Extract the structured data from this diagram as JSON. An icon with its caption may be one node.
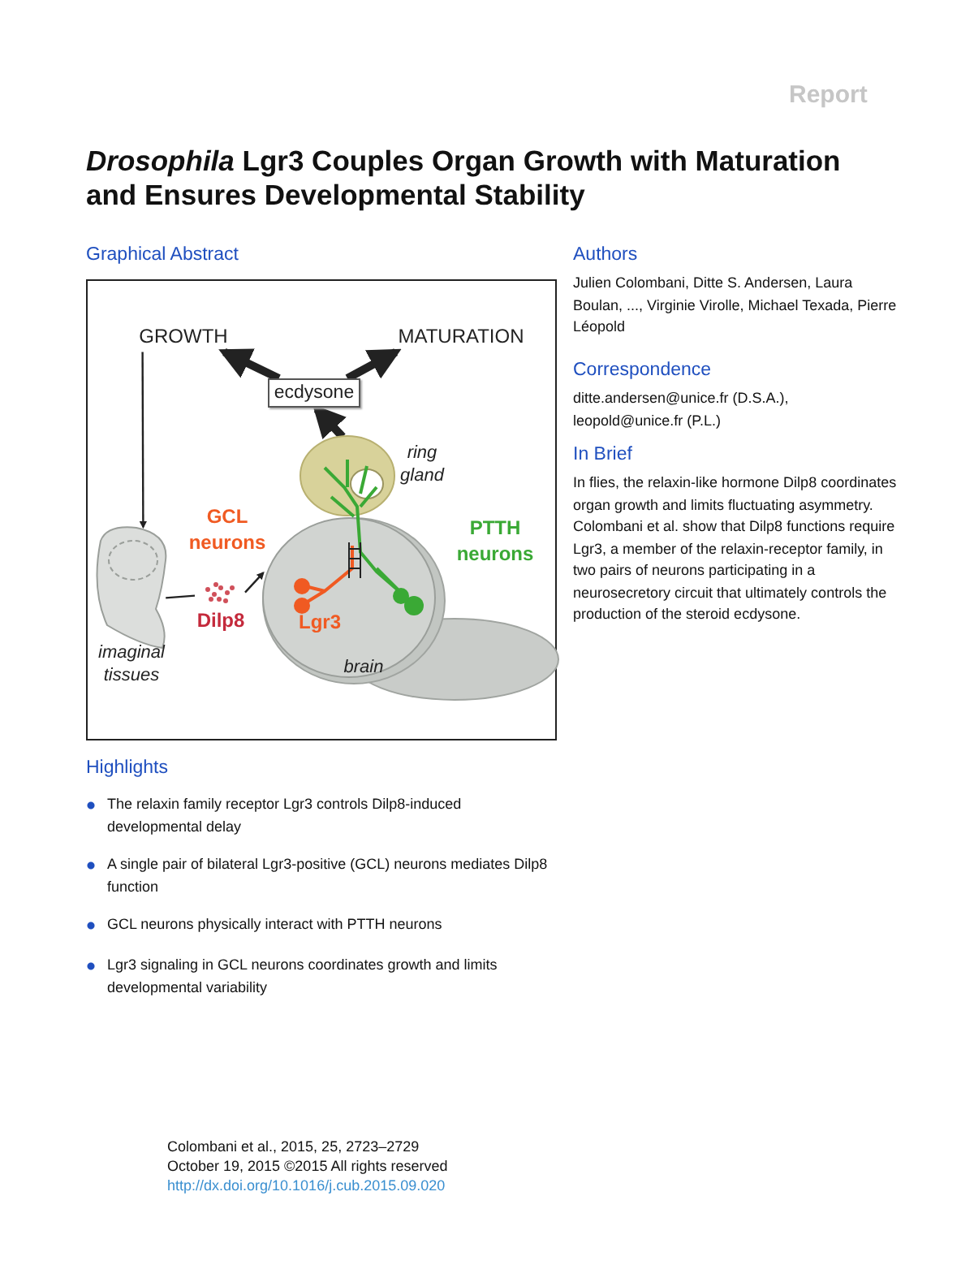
{
  "diagram": {
    "title": "*Drosophila* Lgr3 Couples Organ Growth with Maturation and Ensures Developmental Stability",
    "nodes": [
      {
        "text": [
          "GROWTH"
        ]
      },
      {
        "text": [
          "MATURATION"
        ]
      },
      {
        "text": [
          "ecdysone"
        ]
      },
      {
        "text": [
          "ring gland"
        ]
      },
      {
        "text": [
          "brain"
        ]
      },
      {
        "text": [
          "imaginal tissues"
        ]
      },
      {
        "text": [
          "Dilp8"
        ]
      }
    ],
    "edges": [
      {
        "from": 2,
        "to": 0,
        "arrow": "to",
        "style": "thick"
      },
      {
        "from": 2,
        "to": 1,
        "arrow": "to",
        "style": "thick"
      },
      {
        "from": 3,
        "to": 2,
        "arrow": "to",
        "style": "thick"
      },
      {
        "from": 0,
        "to": 5,
        "arrow": "to"
      },
      {
        "from": 5,
        "to": 6,
        "arrow": "none"
      },
      {
        "from": 6,
        "to": 4,
        "arrow": "to"
      }
    ],
    "labels": [
      "Report",
      "Graphical Abstract",
      "GCL neurons",
      "PTTH neurons",
      "Lgr3",
      "Authors",
      "Julien Colombani, Ditte S. Andersen, Laura Boulan, ..., Virginie Virolle, Michael Texada, Pierre Léopold",
      "Correspondence",
      "ditte.andersen@unice.fr (D.S.A.), leopold@unice.fr (P.L.)",
      "In Brief",
      "In flies, the relaxin-like hormone Dilp8 coordinates organ growth and limits fluctuating asymmetry. Colombani et al. show that Dilp8 functions require Lgr3, a member of the relaxin-receptor family, in two pairs of neurons participating in a neurosecretory circuit that ultimately controls the production of the steroid ecdysone.",
      "Highlights",
      "The relaxin family receptor Lgr3 controls Dilp8-induced developmental delay",
      "A single pair of bilateral Lgr3-positive (GCL) neurons mediates Dilp8 function",
      "GCL neurons physically interact with PTTH neurons",
      "Lgr3 signaling in GCL neurons coordinates growth and limits developmental variability",
      "Colombani et al., 2015, 25, 2723–2729",
      "October 19, 2015 ©2015 All rights reserved",
      "http://dx.doi.org/10.1016/j.cub.2015.09.020"
    ]
  }
}
